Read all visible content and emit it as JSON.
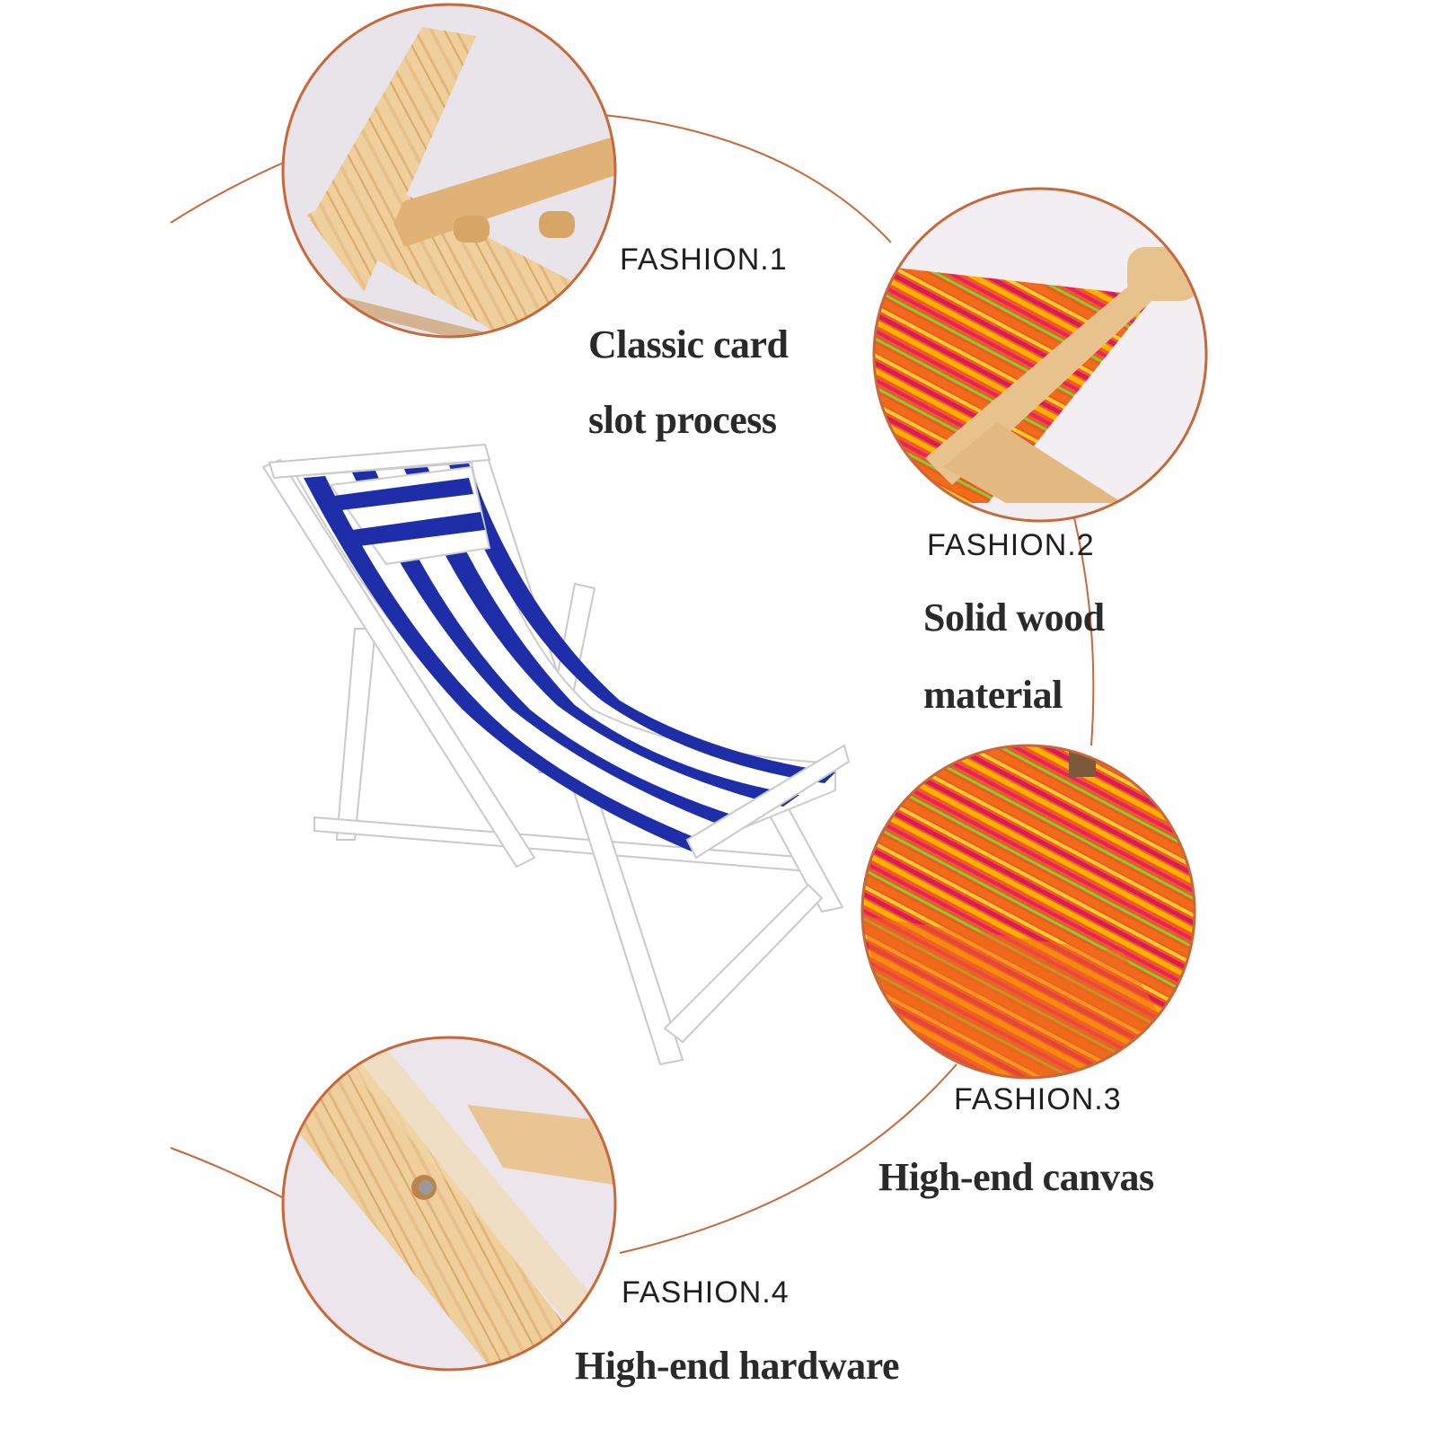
{
  "features": [
    {
      "label": "FASHION.1",
      "title_line1": "Classic card",
      "title_line2": "slot process"
    },
    {
      "label": "FASHION.2",
      "title_line1": "Solid wood",
      "title_line2": "material"
    },
    {
      "label": "FASHION.3",
      "title_line1": "High-end canvas"
    },
    {
      "label": "FASHION.4",
      "title_line1": "High-end hardware"
    }
  ],
  "icons": {
    "detail_1": "wood-slot-detail",
    "detail_2": "striped-canvas-wood-bar-detail",
    "detail_3": "striped-canvas-pillow-detail",
    "detail_4": "wood-screw-detail",
    "main": "striped-beach-chair"
  },
  "colors": {
    "ring": "#c8673a",
    "wood": "#e7c08a",
    "canvas_blue": "#1e2ea8",
    "canvas_orange": "#f25a1d",
    "canvas_pink": "#e5216a"
  }
}
